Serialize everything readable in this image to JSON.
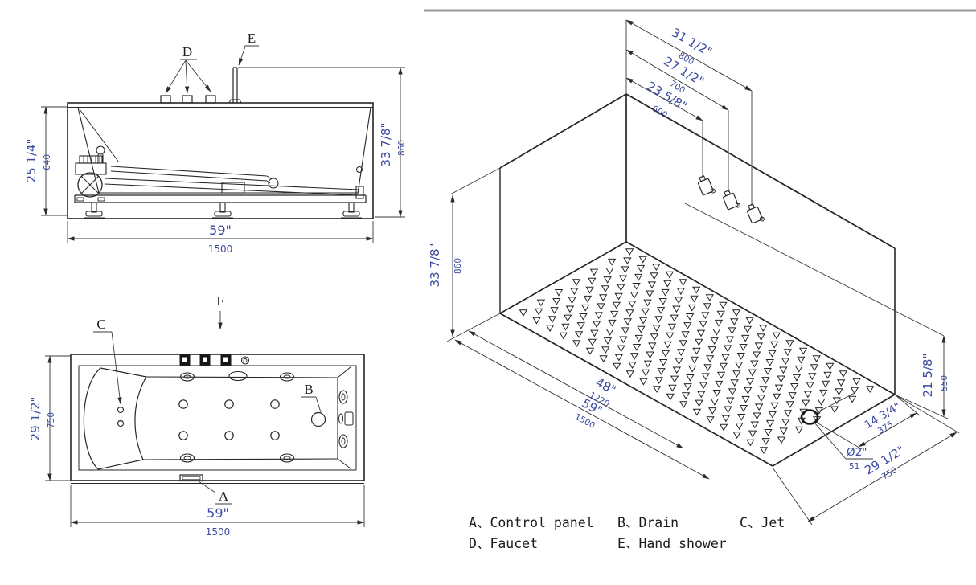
{
  "colors": {
    "background": "#ffffff",
    "line": "#262626",
    "dim_text": "#3a4aa0",
    "top_rule": "#9b9b9b"
  },
  "front_view": {
    "label_d": "D",
    "label_e": "E",
    "dim_height_inner": {
      "in": "25 1/4\"",
      "mm": "640"
    },
    "dim_height_total": {
      "in": "33 7/8\"",
      "mm": "860"
    },
    "dim_length": {
      "in": "59\"",
      "mm": "1500"
    }
  },
  "plan_view": {
    "label_a": "A",
    "label_b": "B",
    "label_c": "C",
    "label_f": "F",
    "dim_width": {
      "in": "29 1/2\"",
      "mm": "750"
    },
    "dim_length": {
      "in": "59\"",
      "mm": "1500"
    }
  },
  "iso_view": {
    "dim_faucet_far": {
      "in": "31 1/2\"",
      "mm": "800"
    },
    "dim_faucet_mid": {
      "in": "27 1/2\"",
      "mm": "700"
    },
    "dim_faucet_near": {
      "in": "23 5/8\"",
      "mm": "600"
    },
    "dim_height": {
      "in": "33 7/8\"",
      "mm": "860"
    },
    "dim_depth": {
      "in": "21 5/8\"",
      "mm": "550"
    },
    "dim_floor_length": {
      "in": "48\"",
      "mm": "1220"
    },
    "dim_length": {
      "in": "59\"",
      "mm": "1500"
    },
    "dim_drain_offset": {
      "in": "14 3/4\"",
      "mm": "375"
    },
    "dim_drain_diameter": {
      "in": "Ø2\"",
      "mm": "51"
    },
    "dim_width": {
      "in": "29 1/2\"",
      "mm": "750"
    }
  },
  "legend": {
    "separator": "、",
    "items": [
      {
        "key": "A",
        "label": "Control panel"
      },
      {
        "key": "B",
        "label": "Drain"
      },
      {
        "key": "C",
        "label": "Jet"
      },
      {
        "key": "D",
        "label": "Faucet"
      },
      {
        "key": "E",
        "label": "Hand shower"
      }
    ]
  }
}
